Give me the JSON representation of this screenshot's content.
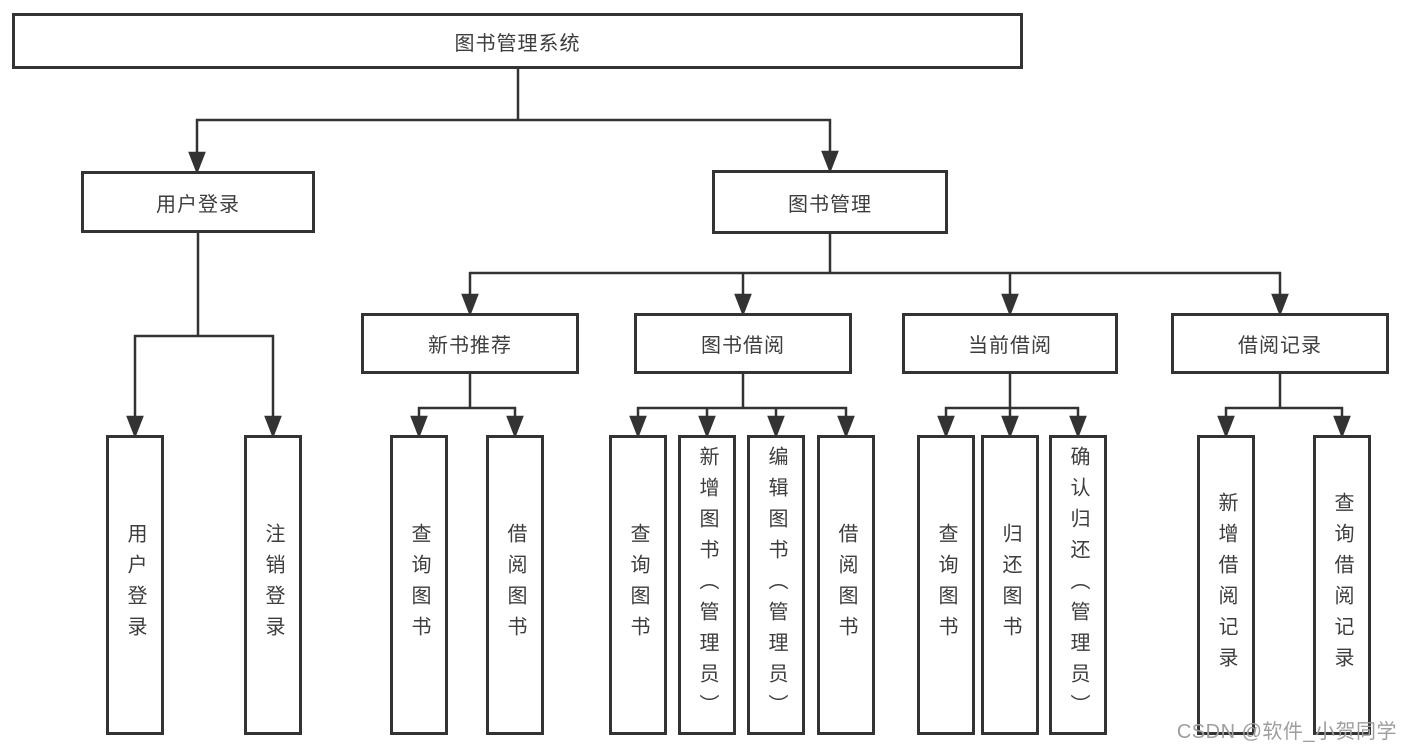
{
  "tree": {
    "label": "图书管理系统",
    "children": [
      {
        "label": "用户登录",
        "children": [
          {
            "label": "用户登录"
          },
          {
            "label": "注销登录"
          }
        ]
      },
      {
        "label": "图书管理",
        "children": [
          {
            "label": "新书推荐",
            "children": [
              {
                "label": "查询图书"
              },
              {
                "label": "借阅图书"
              }
            ]
          },
          {
            "label": "图书借阅",
            "children": [
              {
                "label": "查询图书"
              },
              {
                "label": "新增图书（管理员）"
              },
              {
                "label": "编辑图书（管理员）"
              },
              {
                "label": "借阅图书"
              }
            ]
          },
          {
            "label": "当前借阅",
            "children": [
              {
                "label": "查询图书"
              },
              {
                "label": "归还图书"
              },
              {
                "label": "确认归还（管理员）"
              }
            ]
          },
          {
            "label": "借阅记录",
            "children": [
              {
                "label": "新增借阅记录"
              },
              {
                "label": "查询借阅记录"
              }
            ]
          }
        ]
      }
    ]
  },
  "watermark": "CSDN @软件_小贺同学",
  "colors": {
    "line": "#333333",
    "box_border": "#333333",
    "box_fill": "#ffffff",
    "text": "#3d3d3d",
    "watermark": "#9e9e9e"
  }
}
